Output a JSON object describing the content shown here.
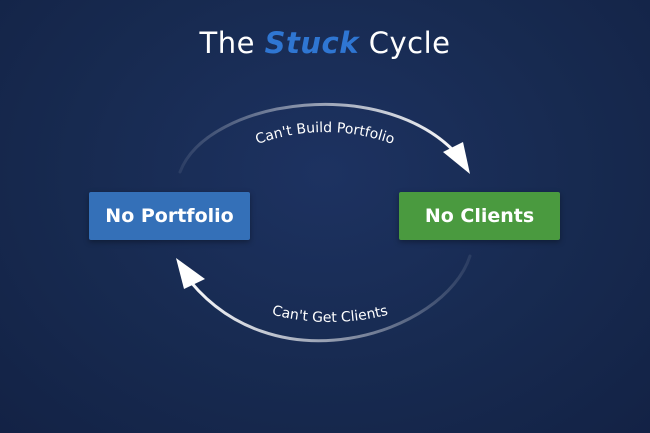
{
  "title": {
    "prefix": "The",
    "emphasis": "Stuck",
    "suffix": "Cycle"
  },
  "nodes": {
    "left": {
      "label": "No Portfolio",
      "color": "#3470b8"
    },
    "right": {
      "label": "No Clients",
      "color": "#4a9a3f"
    }
  },
  "edges": {
    "top": {
      "label": "Can't Build Portfolio",
      "direction": "left-to-right"
    },
    "bottom": {
      "label": "Can't Get Clients",
      "direction": "right-to-left"
    }
  },
  "colors": {
    "background": "#17294f",
    "title_accent": "#2f76d2",
    "arrow": "#ffffff"
  }
}
